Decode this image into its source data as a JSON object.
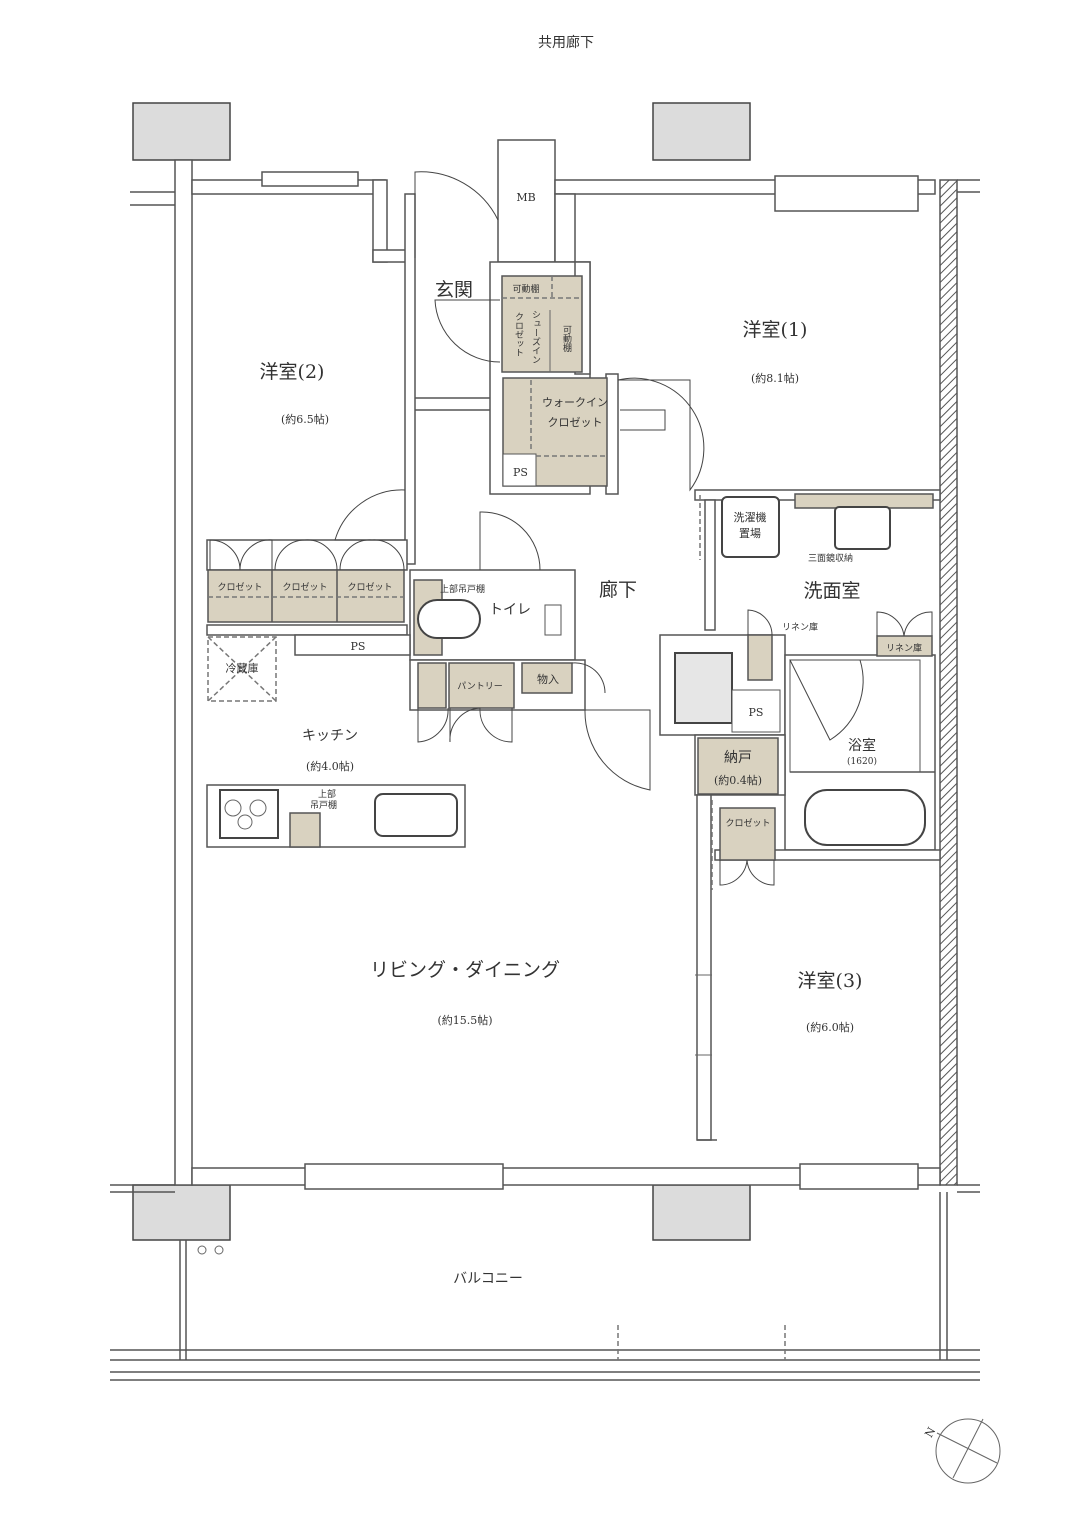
{
  "corridor_label": "共用廊下",
  "rooms": {
    "western1": {
      "name": "洋室(1)",
      "size": "(約8.1帖)"
    },
    "western2": {
      "name": "洋室(2)",
      "size": "(約6.5帖)"
    },
    "western3": {
      "name": "洋室(3)",
      "size": "(約6.0帖)"
    },
    "living": {
      "name": "リビング・ダイニング",
      "size": "(約15.5帖)"
    },
    "kitchen": {
      "name": "キッチン",
      "size": "(約4.0帖)"
    },
    "entrance": "玄関",
    "hallway": "廊下",
    "toilet": "トイレ",
    "washroom": "洗面室",
    "bathroom": {
      "name": "浴室",
      "size": "(1620)"
    },
    "storeroom": {
      "name": "納戸",
      "size": "(約0.4帖)"
    },
    "balcony": "バルコニー"
  },
  "labels": {
    "mb": "MB",
    "ps": "PS",
    "movable_shelf": "可動棚",
    "shoe_closet_1": "シューズイン",
    "shoe_closet_2": "クロゼット",
    "walkin_1": "ウォークイン",
    "walkin_2": "クロゼット",
    "closet": "クロゼット",
    "upper_cabinet": "上部吊戸棚",
    "upper_1": "上部",
    "upper_2": "吊戸棚",
    "fridge": "冷蔵庫",
    "pantry": "パントリー",
    "storage": "物入",
    "washer_1": "洗濯機",
    "washer_2": "置場",
    "mirror_cabinet": "三面鏡収納",
    "linen": "リネン庫",
    "compass_n": "N"
  }
}
